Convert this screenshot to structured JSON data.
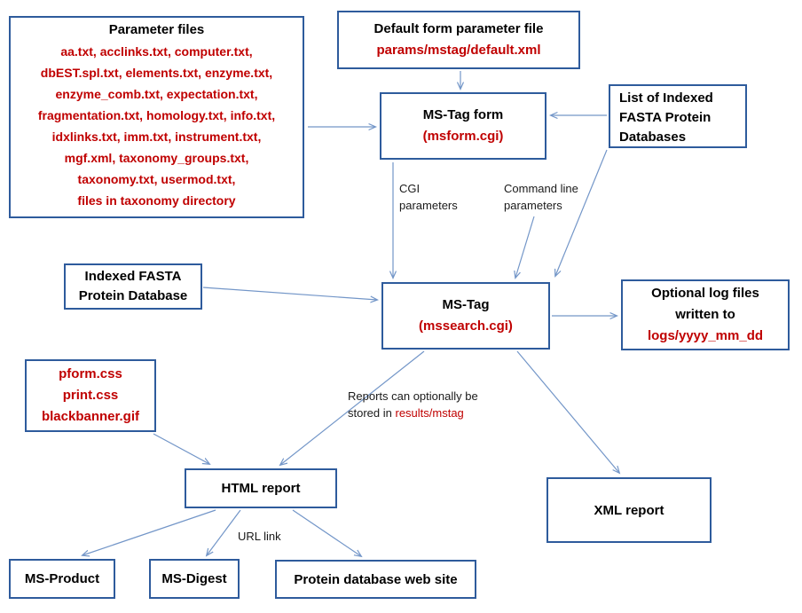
{
  "colors": {
    "box_border": "#2e5b9c",
    "red_text": "#c00000",
    "black_text": "#000000",
    "arrow": "#7396c8"
  },
  "boxes": {
    "parameter_files": {
      "title": "Parameter files",
      "files": [
        "aa.txt, acclinks.txt, computer.txt,",
        "dbEST.spl.txt, elements.txt, enzyme.txt,",
        "enzyme_comb.txt, expectation.txt,",
        "fragmentation.txt, homology.txt, info.txt,",
        "idxlinks.txt, imm.txt, instrument.txt,",
        "mgf.xml, taxonomy_groups.txt,",
        "taxonomy.txt, usermod.txt,",
        "files in taxonomy directory"
      ]
    },
    "default_form": {
      "title": "Default form parameter file",
      "path": "params/mstag/default.xml"
    },
    "mstag_form": {
      "title": "MS-Tag form",
      "script": "(msform.cgi)"
    },
    "fasta_list": {
      "lines": [
        "List of Indexed",
        "FASTA Protein",
        "Databases"
      ]
    },
    "indexed_fasta": {
      "lines": [
        "Indexed FASTA",
        "Protein Database"
      ]
    },
    "mstag": {
      "title": "MS-Tag",
      "script": "(mssearch.cgi)"
    },
    "log_files": {
      "line1": "Optional log files",
      "line2": "written to",
      "path": "logs/yyyy_mm_dd"
    },
    "static_files": {
      "files": [
        "pform.css",
        "print.css",
        "blackbanner.gif"
      ]
    },
    "html_report": {
      "title": "HTML report"
    },
    "xml_report": {
      "title": "XML report"
    },
    "ms_product": {
      "title": "MS-Product"
    },
    "ms_digest": {
      "title": "MS-Digest"
    },
    "protein_db_site": {
      "title": "Protein database web site"
    }
  },
  "labels": {
    "cgi_parameters": {
      "line1": "CGI",
      "line2": "parameters"
    },
    "command_line_parameters": {
      "line1": "Command line",
      "line2": "parameters"
    },
    "reports_note": {
      "line1": "Reports can optionally be",
      "line2_black": "stored in ",
      "line2_red": "results/mstag"
    },
    "url_link": "URL link"
  }
}
